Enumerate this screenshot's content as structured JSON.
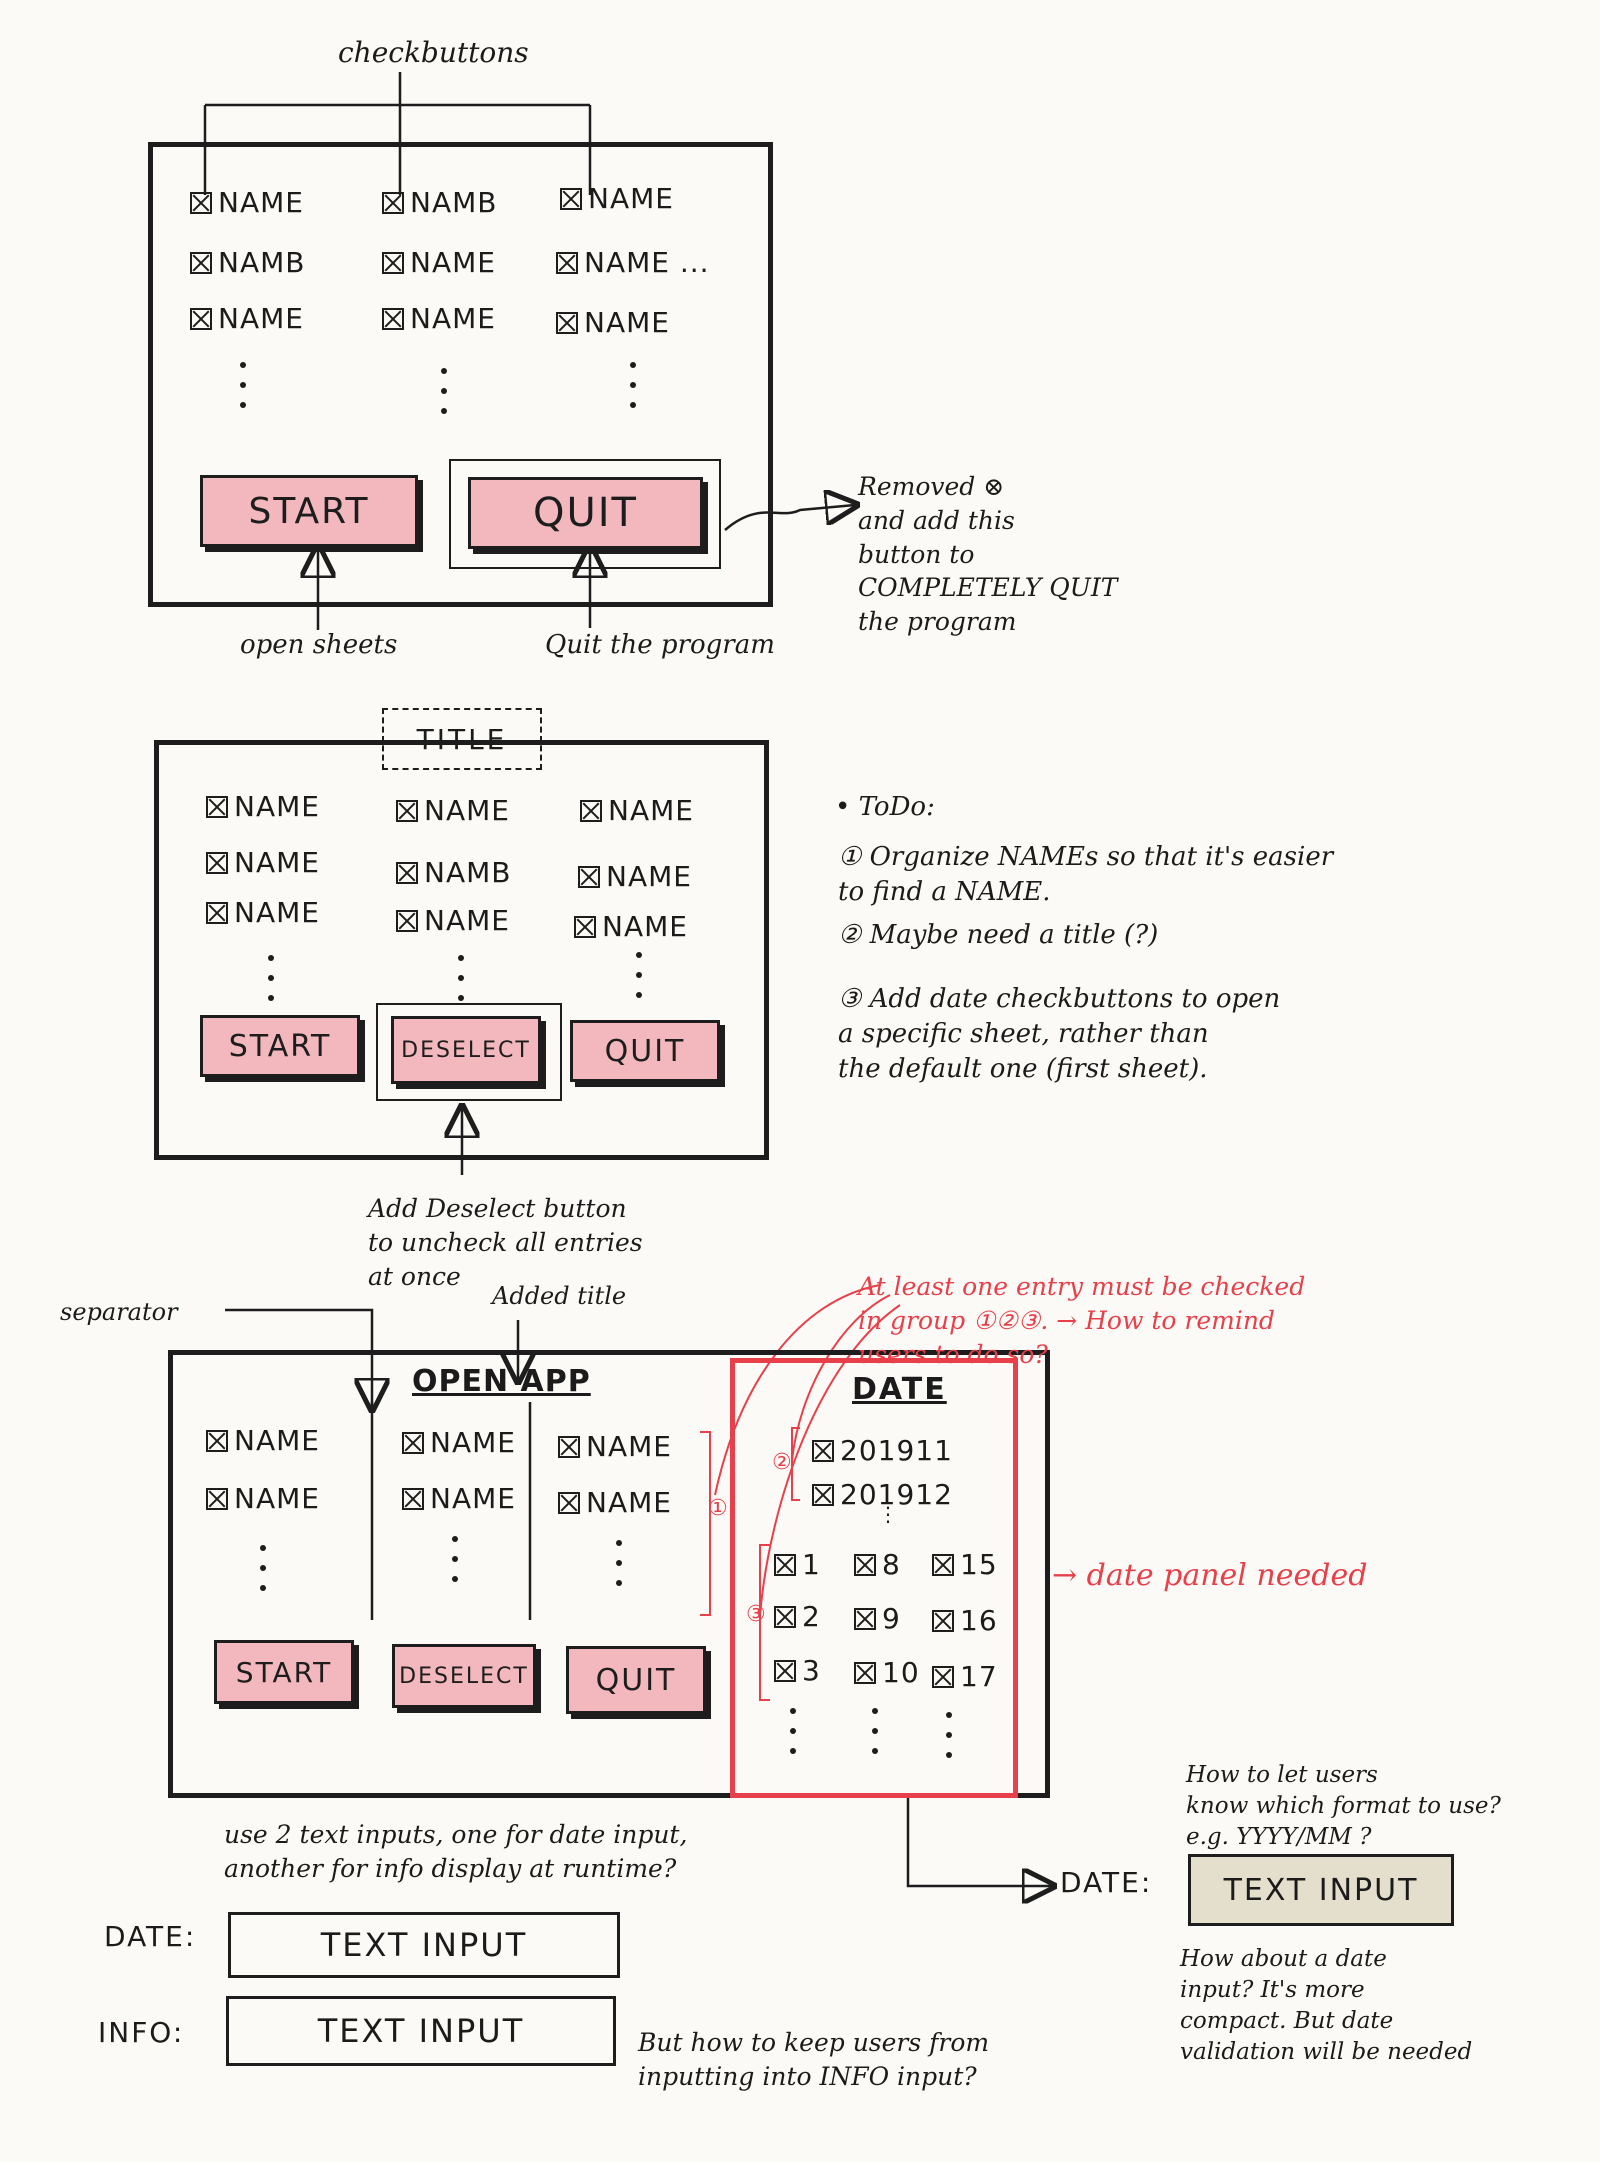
{
  "diagram1": {
    "top_label": "checkbuttons",
    "rows": [
      [
        "NAME",
        "NAMB",
        "NAME"
      ],
      [
        "NAMB",
        "NAME",
        "NAME ..."
      ],
      [
        "NAME",
        "NAME",
        "NAME"
      ]
    ],
    "start_button": "START",
    "quit_button": "QUIT",
    "start_note": "open sheets",
    "quit_note": "Quit the program",
    "side_note": "Removed ⊗\nand add this\nbutton to\nCOMPLETELY QUIT\nthe program"
  },
  "diagram2": {
    "title_placeholder": "TITLE",
    "rows": [
      [
        "NAME",
        "NAME",
        "NAME"
      ],
      [
        "NAME",
        "NAMB",
        "NAME"
      ],
      [
        "NAME",
        "NAME",
        "NAME"
      ]
    ],
    "start_button": "START",
    "deselect_button": "DESELECT",
    "quit_button": "QUIT",
    "deselect_note": "Add Deselect button\nto uncheck all entries\nat once",
    "todo_heading": "• ToDo:",
    "todo_items": [
      "① Organize NAMEs so that it's easier\n    to find a NAME.",
      "② Maybe need a title (?)",
      "③ Add date checkbuttons to open\n    a specific sheet, rather than\n    the default one (first sheet)."
    ]
  },
  "diagram3": {
    "separator_note": "separator",
    "added_title_note": "Added title",
    "app_title": "OPEN APP",
    "col1": [
      "NAME",
      "NAME"
    ],
    "col2": [
      "NAME",
      "NAME"
    ],
    "col3": [
      "NAME",
      "NAME"
    ],
    "start_button": "START",
    "deselect_button": "DESELECT",
    "quit_button": "QUIT",
    "date_title": "DATE",
    "months": [
      "201911",
      "201912"
    ],
    "days": [
      [
        "1",
        "8",
        "15"
      ],
      [
        "2",
        "9",
        "16"
      ],
      [
        "3",
        "10",
        "17"
      ]
    ],
    "red_note_top": "At least one entry must be checked\nin group ①②③. → How to remind\n                          users to do so?",
    "red_note_side": "→ date panel needed",
    "group_marks": [
      "①",
      "②",
      "③"
    ]
  },
  "bottom": {
    "inputs_note": "use 2 text inputs, one for date input,\nanother for info display at runtime?",
    "date_label": "DATE:",
    "info_label": "INFO:",
    "date_input": "TEXT INPUT",
    "info_input": "TEXT INPUT",
    "info_question": "But how to keep users from\ninputting into INFO input?",
    "format_note": "How to let users\nknow which format to use?\ne.g. YYYY/MM ?",
    "right_date_label": "DATE:",
    "right_input": "TEXT INPUT",
    "date_input_note": "How about a date\ninput? It's more\ncompact. But date\nvalidation will be needed"
  },
  "colors": {
    "ink": "#1d1d1d",
    "button_fill": "#f2b8bd",
    "red_ink": "#e8404a",
    "beige_input": "#e4dfcc"
  }
}
